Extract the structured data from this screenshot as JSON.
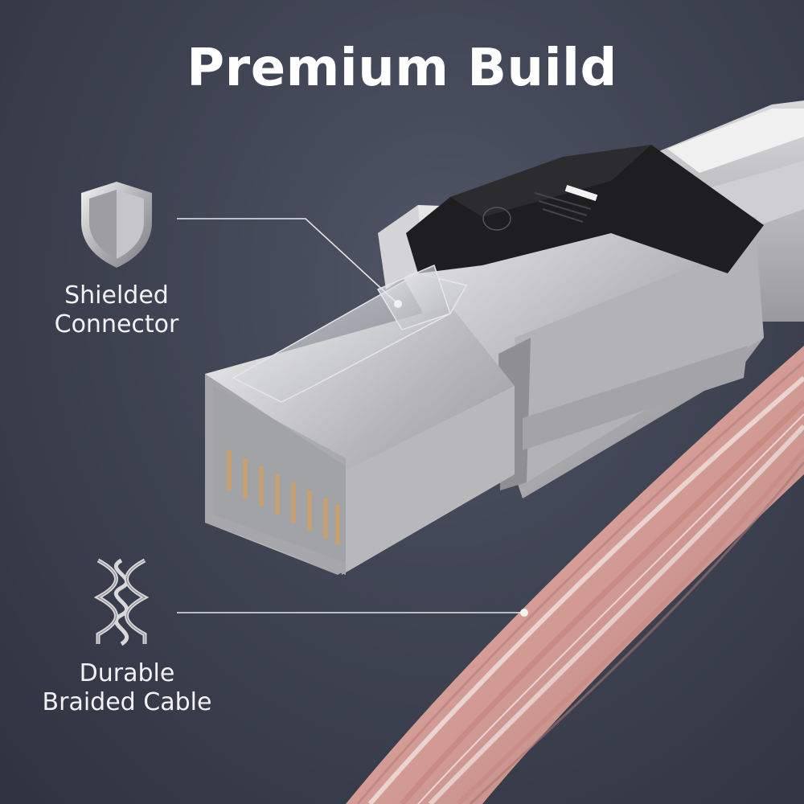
{
  "title": "Premium Build",
  "features": [
    {
      "icon": "shield-icon",
      "lines": [
        "Shielded",
        "Connector"
      ]
    },
    {
      "icon": "braid-icon",
      "lines": [
        "Durable",
        "Braided Cable"
      ]
    }
  ],
  "colors": {
    "background": "#3f4453",
    "text": "#ffffff",
    "callout_line": "#e6e6e6",
    "cable_pink": "#d9a39e",
    "cable_white": "#e9e4e2",
    "metal": "#c9c9cc",
    "latch": "#1e1e20"
  }
}
